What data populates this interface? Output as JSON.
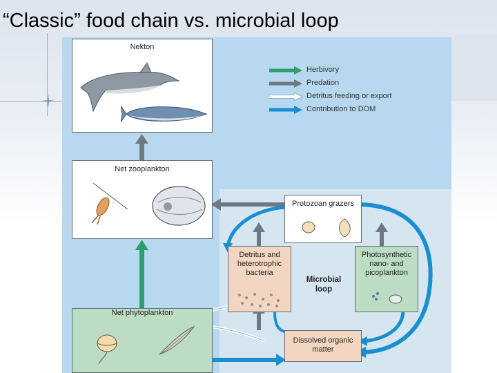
{
  "slide": {
    "title": "“Classic” food chain vs. microbial loop"
  },
  "colors": {
    "herbivory": "#2e9e6e",
    "predation": "#6f7780",
    "detritus": "#ffffff",
    "dom": "#1a8fd0",
    "panel_bg": "#b7d8ef",
    "green_box": "#bcdcc4",
    "tan_box": "#f2d6c2"
  },
  "legend": [
    {
      "label": "Herbivory",
      "color_key": "herbivory"
    },
    {
      "label": "Predation",
      "color_key": "predation"
    },
    {
      "label": "Detritus feeding or export",
      "color_key": "detritus"
    },
    {
      "label": "Contribution to DOM",
      "color_key": "dom"
    }
  ],
  "boxes": {
    "nekton": "Nekton",
    "net_zooplankton": "Net zooplankton",
    "net_phytoplankton": "Net phytoplankton",
    "protozoan_grazers": "Protozoan grazers",
    "detritus_bacteria": "Detritus and heterotrophic bacteria",
    "photosynthetic": "Photosynthetic nano- and picoplankton",
    "dissolved_organic": "Dissolved organic matter"
  },
  "microbial_loop_label": "Microbial loop",
  "icons": [
    "dolphin-illustration",
    "fish-illustration",
    "copepod-illustration",
    "zooplankton-larva-illustration",
    "dinoflagellate-illustration",
    "diatom-illustration",
    "protozoan-illustration",
    "bacteria-illustration",
    "picoplankton-illustration"
  ]
}
